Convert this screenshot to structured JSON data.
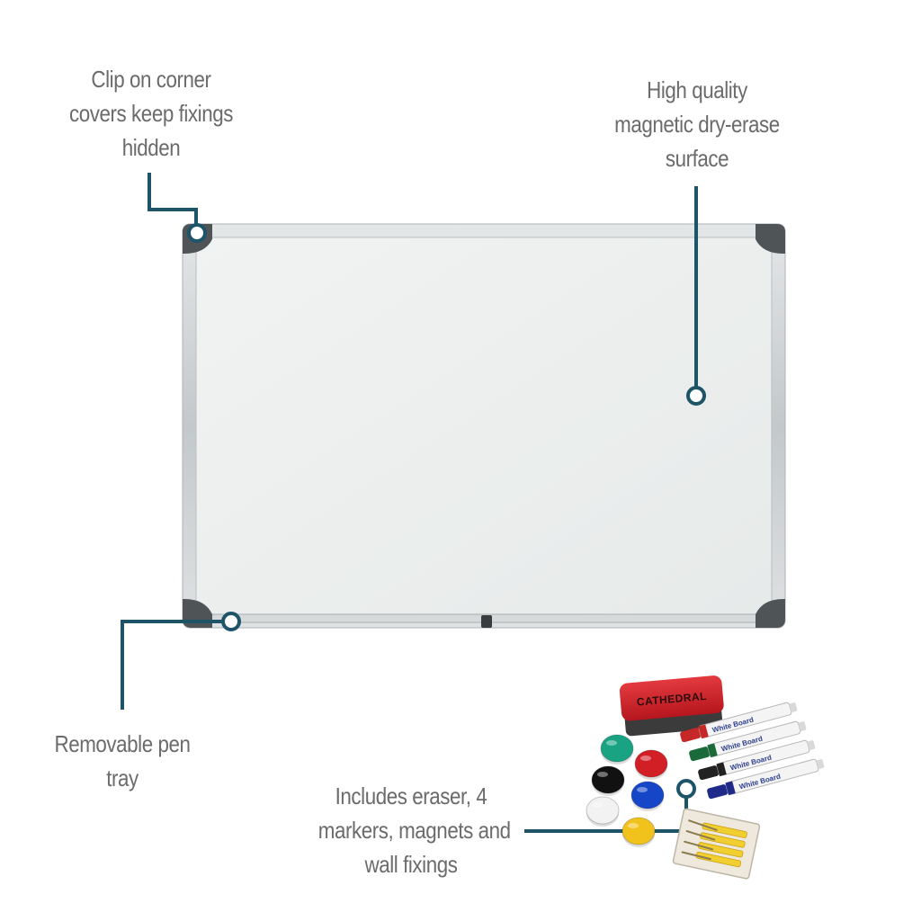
{
  "colors": {
    "callout_line": "#1d5468",
    "label_text": "#6b6b6b",
    "frame": "#c9cdcf",
    "surface": "#eef1f0",
    "corner_clip": "#555a5d"
  },
  "callouts": {
    "corner_clips": [
      "Clip on corner",
      "covers keep fixings",
      "hidden"
    ],
    "surface": [
      "High quality",
      "magnetic dry-erase",
      "surface"
    ],
    "pen_tray": [
      "Removable pen",
      "tray"
    ],
    "accessories": [
      "Includes eraser, 4",
      "markers, magnets and",
      "wall fixings"
    ]
  },
  "eraser": {
    "brand": "CATHEDRAL",
    "color": "#d3202a"
  },
  "markers": {
    "label": "White Board",
    "colors": [
      "#c62828",
      "#1b6b3a",
      "#222222",
      "#1f2a8a"
    ]
  },
  "magnets": {
    "colors": [
      "#19a383",
      "#d21f26",
      "#111111",
      "#1646c8",
      "#f2f2f2",
      "#f2c21c"
    ]
  }
}
